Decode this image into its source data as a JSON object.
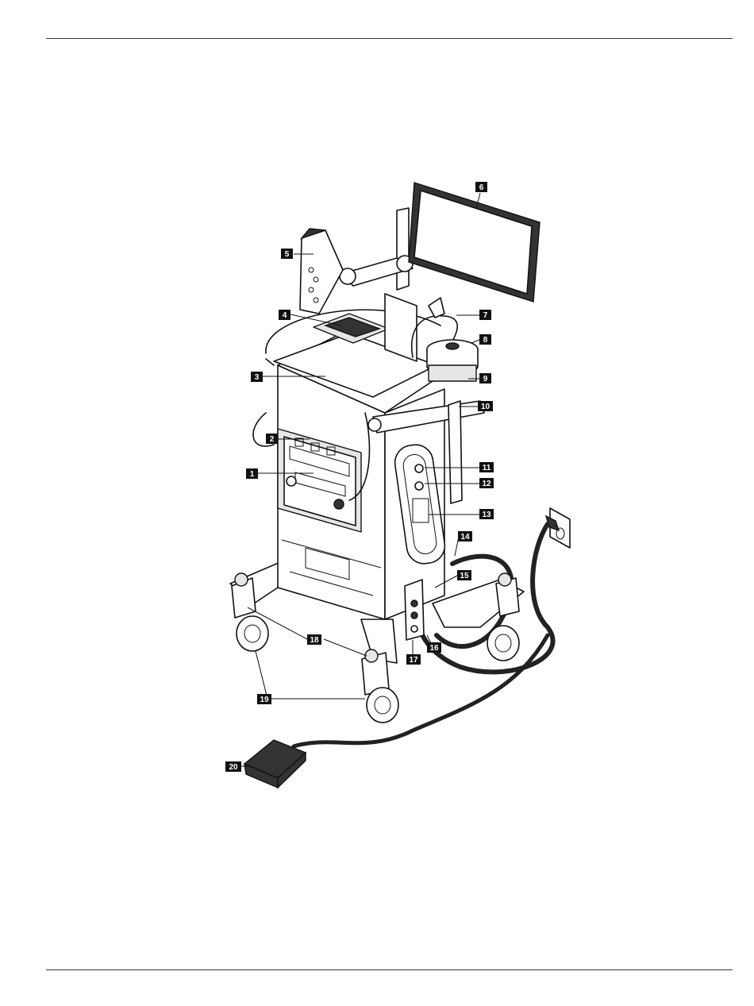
{
  "callouts": [
    {
      "label": "1"
    },
    {
      "label": "2"
    },
    {
      "label": "3"
    },
    {
      "label": "4"
    },
    {
      "label": "5"
    },
    {
      "label": "6"
    },
    {
      "label": "7"
    },
    {
      "label": "8"
    },
    {
      "label": "9"
    },
    {
      "label": "10"
    },
    {
      "label": "11"
    },
    {
      "label": "12"
    },
    {
      "label": "13"
    },
    {
      "label": "14"
    },
    {
      "label": "15"
    },
    {
      "label": "16"
    },
    {
      "label": "17"
    },
    {
      "label": "18"
    },
    {
      "label": "19"
    },
    {
      "label": "20"
    }
  ],
  "colors": {
    "callout_bg": "#111111",
    "callout_text": "#ffffff",
    "line": "#111111"
  },
  "icons": [
    "cart-illustration",
    "display-monitor",
    "remote-keypad",
    "foot-pedal",
    "wall-outlet",
    "power-cord"
  ]
}
